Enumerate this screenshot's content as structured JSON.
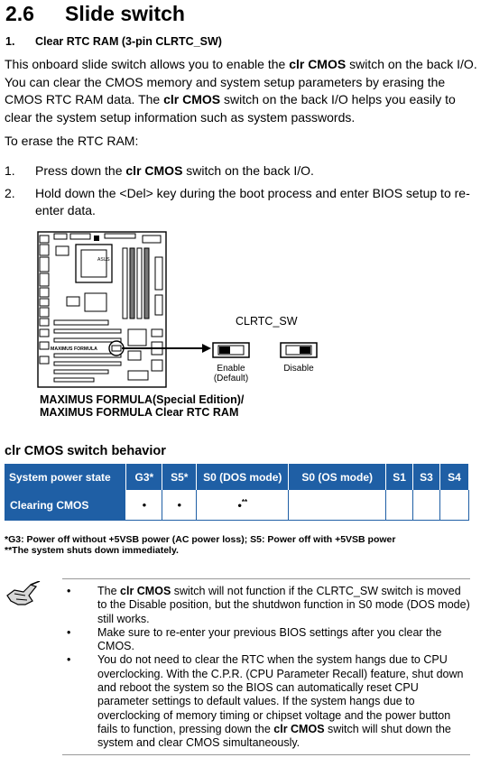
{
  "section": {
    "number": "2.6",
    "title": "Slide switch"
  },
  "subsection": {
    "number": "1.",
    "title": "Clear RTC RAM (3-pin CLRTC_SW)"
  },
  "intro": {
    "p1": "This onboard slide switch allows you to enable the ",
    "k1": "clr CMOS",
    "p2": " switch on the back I/O. You can clear the CMOS memory and system setup parameters by erasing the CMOS RTC RAM data. The ",
    "k2": "clr CMOS",
    "p3": " switch on the back I/O helps you easily to clear the system setup information such as system passwords."
  },
  "erase_intro": "To erase the RTC RAM:",
  "steps": [
    {
      "num": "1.",
      "pre": "Press down the ",
      "key": "clr CMOS",
      "post": " switch on the back I/O."
    },
    {
      "num": "2.",
      "text": "Hold down the <Del> key during the boot process and enter BIOS setup to re-enter data."
    }
  ],
  "figure": {
    "board_label": "MAXIMUS FORMULA",
    "switch_title": "CLRTC_SW",
    "enable_label": "Enable",
    "default_label": "(Default)",
    "disable_label": "Disable",
    "caption_line1": "MAXIMUS FORMULA(Special Edition)/",
    "caption_line2": "MAXIMUS FORMULA Clear RTC RAM"
  },
  "table": {
    "title": "clr CMOS switch behavior",
    "headers": [
      "System power state",
      "G3*",
      "S5*",
      "S0 (DOS mode)",
      "S0 (OS mode)",
      "S1",
      "S3",
      "S4"
    ],
    "row": [
      "Clearing CMOS",
      "•",
      "•",
      "•",
      "",
      "",
      "",
      ""
    ],
    "row_sup": "**"
  },
  "footnotes": [
    "*G3: Power off without +5VSB power (AC power loss); S5: Power off with +5VSB power",
    "**The system shuts down immediately."
  ],
  "notes": {
    "bullet": "•",
    "n1_pre": "The ",
    "n1_key": "clr CMOS",
    "n1_post": " switch will not function if the CLRTC_SW switch is moved to the Disable position, but the shutdwon function in S0 mode (DOS mode) still works.",
    "n2": "Make sure to re-enter your previous BIOS settings after you clear the CMOS.",
    "n3_pre": "You do not need to clear the RTC when the system hangs due to CPU overclocking. With the C.P.R. (CPU Parameter Recall) feature, shut down and reboot the system so the BIOS can automatically reset CPU parameter settings to default values. If the system hangs due to overclocking of memory timing or chipset voltage and the power button fails to function, pressing down the ",
    "n3_key": "clr CMOS",
    "n3_post": " switch will shut down the system and clear CMOS simultaneously."
  }
}
